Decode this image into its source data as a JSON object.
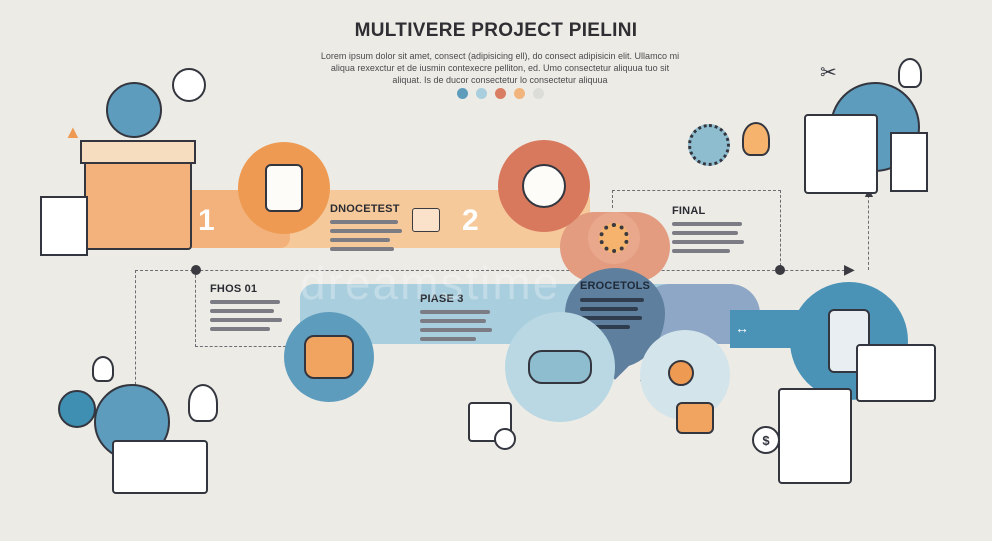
{
  "header": {
    "title": "MULTIVERE PROJECT PIELINI",
    "intro": "Lorem ipsum dolor sit amet, consect (adipisicing ell), do consect adipisicin elit. Ullamco mi aliqua rexexctur et de iusmin contexecre pelliton, ed. Umo consectetur aliquua tuo sit aliquat. Is de ducor consectetur lo consectetur aliquua"
  },
  "steps": {
    "step1": {
      "number": "1"
    },
    "step2": {
      "number": "2",
      "title": "DNOCETEST"
    },
    "final": {
      "title": "FINAL"
    },
    "fhos": {
      "title": "FHOS 01"
    },
    "phase3": {
      "title": "PIASE 3"
    },
    "erocetols": {
      "title": "EROCETOLS"
    }
  },
  "watermark": "dreamstime",
  "colors": {
    "orange": "#f0a45f",
    "peach": "#f7c99a",
    "rust": "#d9765a",
    "salmon": "#e5957a",
    "steel": "#577d9c",
    "sky": "#8fbdd0",
    "skyLight": "#bfd9e3",
    "teal": "#3f8fb3",
    "ink": "#2e2e33"
  },
  "icons": [
    "globe-icon",
    "box-icon",
    "document-icon",
    "handshake-icon",
    "gear-icon",
    "puzzle-icon",
    "people-icon",
    "laptop-icon",
    "lightbulb-icon",
    "chart-icon",
    "dollar-icon",
    "phone-icon",
    "magnifier-icon",
    "scissors-icon",
    "envelope-icon"
  ]
}
